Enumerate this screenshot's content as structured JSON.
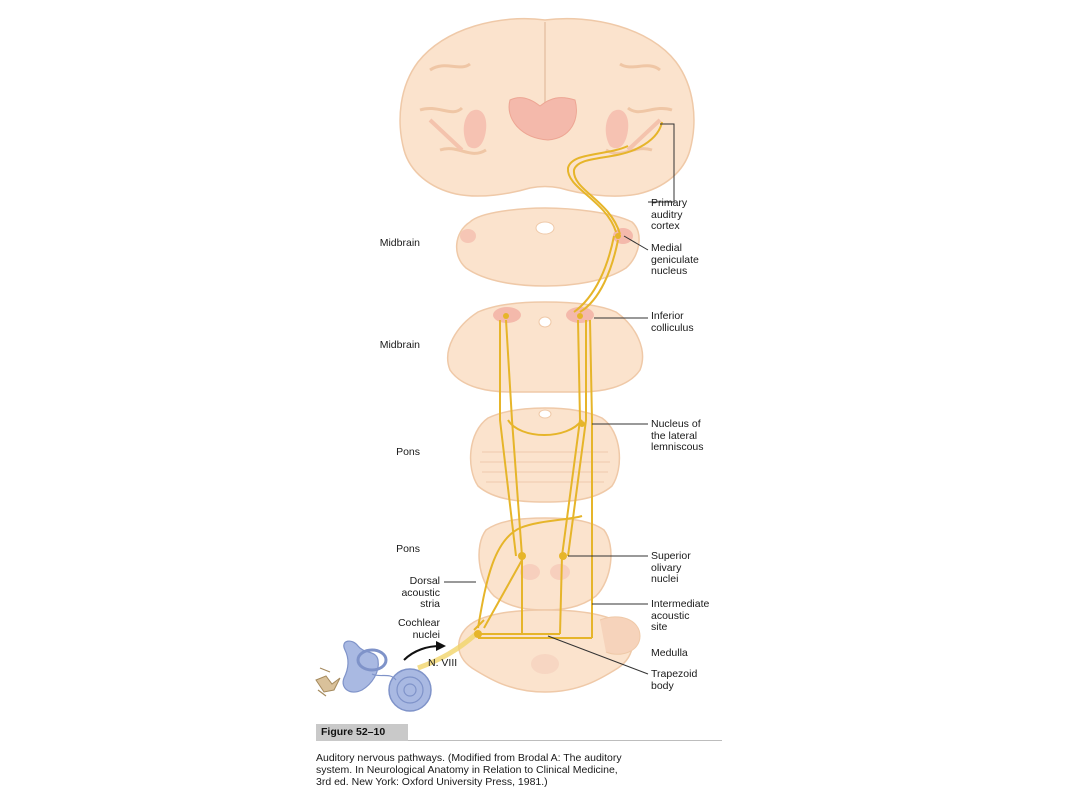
{
  "figure": {
    "tag": "Figure 52–10",
    "caption": "Auditory nervous pathways. (Modified from Brodal A: The auditory\nsystem. In Neurological Anatomy in Relation to Clinical Medicine,\n3rd ed. New York: Oxford University Press, 1981.)"
  },
  "left_labels": {
    "midbrain_upper": "Midbrain",
    "midbrain_lower": "Midbrain",
    "pons_upper": "Pons",
    "pons_lower": "Pons",
    "dorsal_acoustic_stria": "Dorsal\nacoustic\nstria",
    "cochlear_nuclei": "Cochlear\nnuclei",
    "nerve": "N. VIII"
  },
  "right_labels": {
    "primary_auditory_cortex": "Primary\nauditry\ncortex",
    "medial_geniculate": "Medial\ngeniculate\nnucleus",
    "inferior_colliculus": "Inferior\ncolliculus",
    "lateral_lemniscus": "Nucleus of\nthe lateral\nlemniscous",
    "superior_olivary": "Superior\nolivary\nnuclei",
    "intermediate_acoustic": "Intermediate\nacoustic\nsite",
    "medulla": "Medulla",
    "trapezoid_body": "Trapezoid\nbody"
  },
  "colors": {
    "tissue": "#f9ddc4",
    "tissue_edge": "#efc7a6",
    "nucleus": "#f4b9ab",
    "pathway": "#e6b52a",
    "ear": "#a9b9e2",
    "ear_edge": "#7f93c9",
    "leader": "#333333"
  }
}
